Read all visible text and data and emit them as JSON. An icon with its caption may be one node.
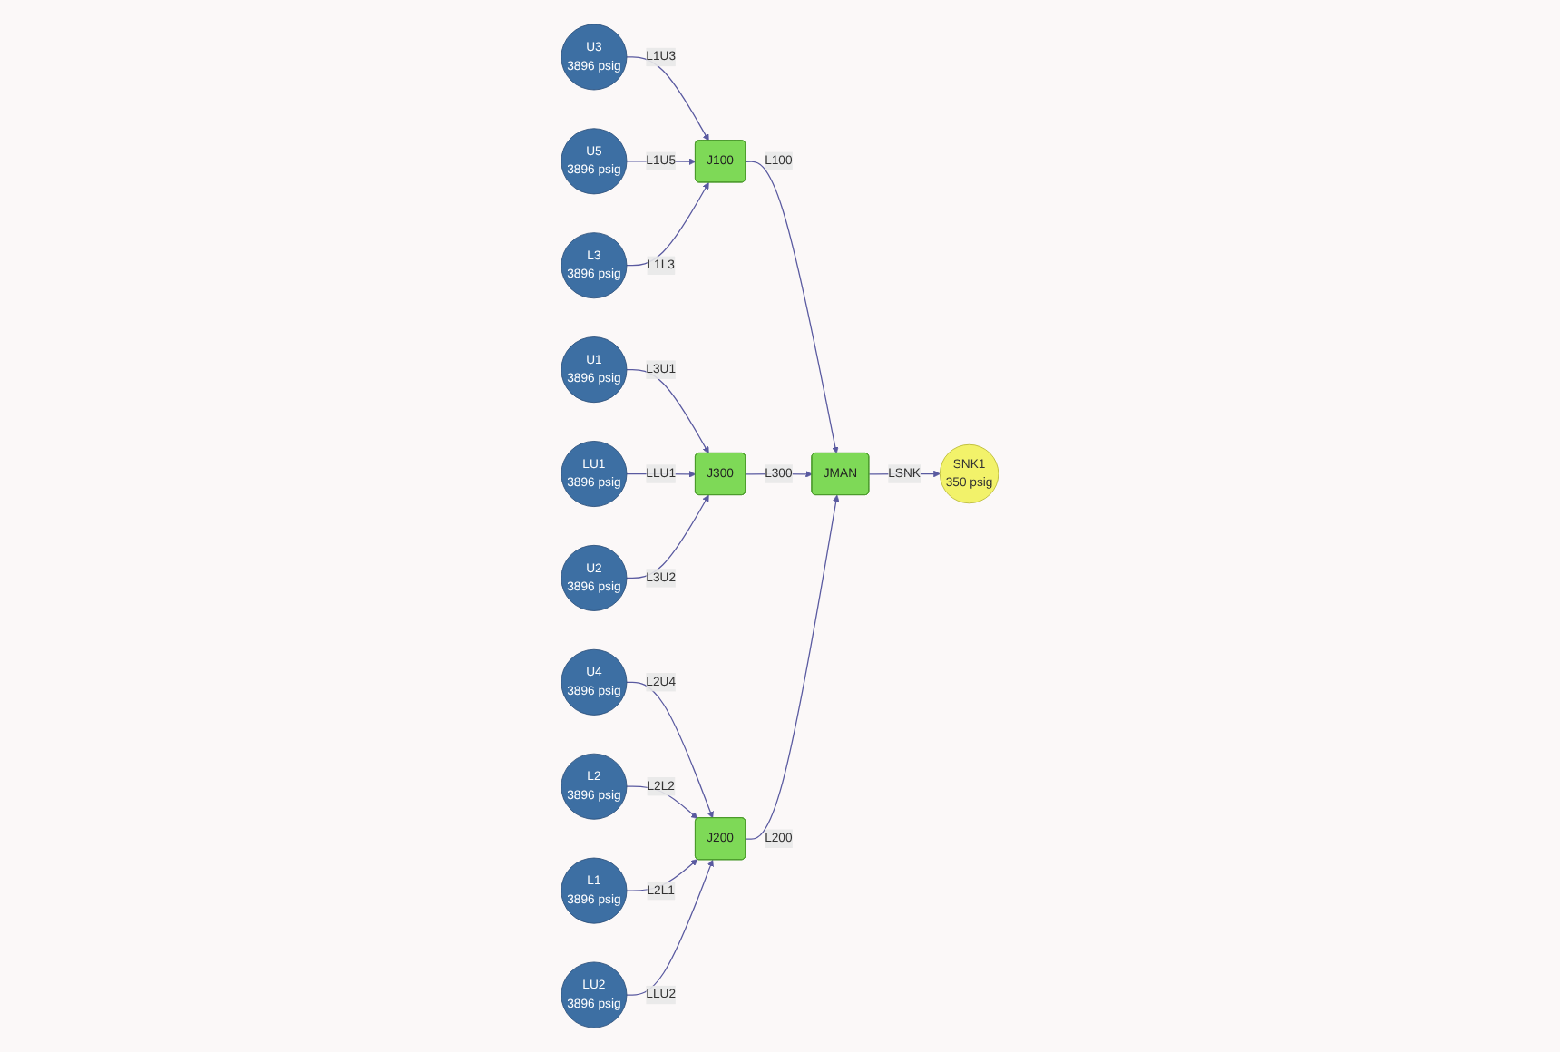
{
  "diagram": {
    "nodes": [
      {
        "text": [
          "U3",
          "3896 psig"
        ]
      },
      {
        "text": [
          "SNK1",
          "350 psig"
        ]
      },
      {
        "text": [
          "J100"
        ]
      },
      {
        "text": [
          "U5",
          "3896 psig"
        ]
      },
      {
        "text": [
          "JMAN"
        ]
      },
      {
        "text": [
          "J300"
        ]
      },
      {
        "text": [
          "L3",
          "3896 psig"
        ]
      },
      {
        "text": [
          "J200"
        ]
      },
      {
        "text": [
          "U1",
          "3896 psig"
        ]
      },
      {
        "text": [
          "U2",
          "3896 psig"
        ]
      },
      {
        "text": [
          "LU1",
          "3896 psig"
        ]
      },
      {
        "text": [
          "U4",
          "3896 psig"
        ]
      },
      {
        "text": [
          "L2",
          "3896 psig"
        ]
      },
      {
        "text": [
          "LU2",
          "3896 psig"
        ]
      },
      {
        "text": [
          "L1",
          "3896 psig"
        ]
      }
    ],
    "edges": [
      {
        "from": 0,
        "to": 2,
        "arrow": "to",
        "label": "L1U3"
      },
      {
        "from": 3,
        "to": 2,
        "arrow": "to",
        "label": "L1U5"
      },
      {
        "from": 6,
        "to": 2,
        "arrow": "to",
        "label": "L1L3"
      },
      {
        "from": 2,
        "to": 4,
        "arrow": "to",
        "label": "L100"
      },
      {
        "from": 4,
        "to": 1,
        "arrow": "to",
        "label": "LSNK"
      },
      {
        "from": 5,
        "to": 4,
        "arrow": "to",
        "label": "L300"
      },
      {
        "from": 7,
        "to": 4,
        "arrow": "to",
        "label": "L200"
      },
      {
        "from": 8,
        "to": 5,
        "arrow": "to",
        "label": "L3U1"
      },
      {
        "from": 10,
        "to": 5,
        "arrow": "to",
        "label": "LLU1"
      },
      {
        "from": 9,
        "to": 5,
        "arrow": "to",
        "label": "L3U2"
      },
      {
        "from": 11,
        "to": 7,
        "arrow": "to",
        "label": "L2U4"
      },
      {
        "from": 12,
        "to": 7,
        "arrow": "to",
        "label": "L2L2"
      },
      {
        "from": 14,
        "to": 7,
        "arrow": "to",
        "label": "L2L1"
      },
      {
        "from": 13,
        "to": 7,
        "arrow": "to",
        "label": "LLU2"
      }
    ]
  }
}
